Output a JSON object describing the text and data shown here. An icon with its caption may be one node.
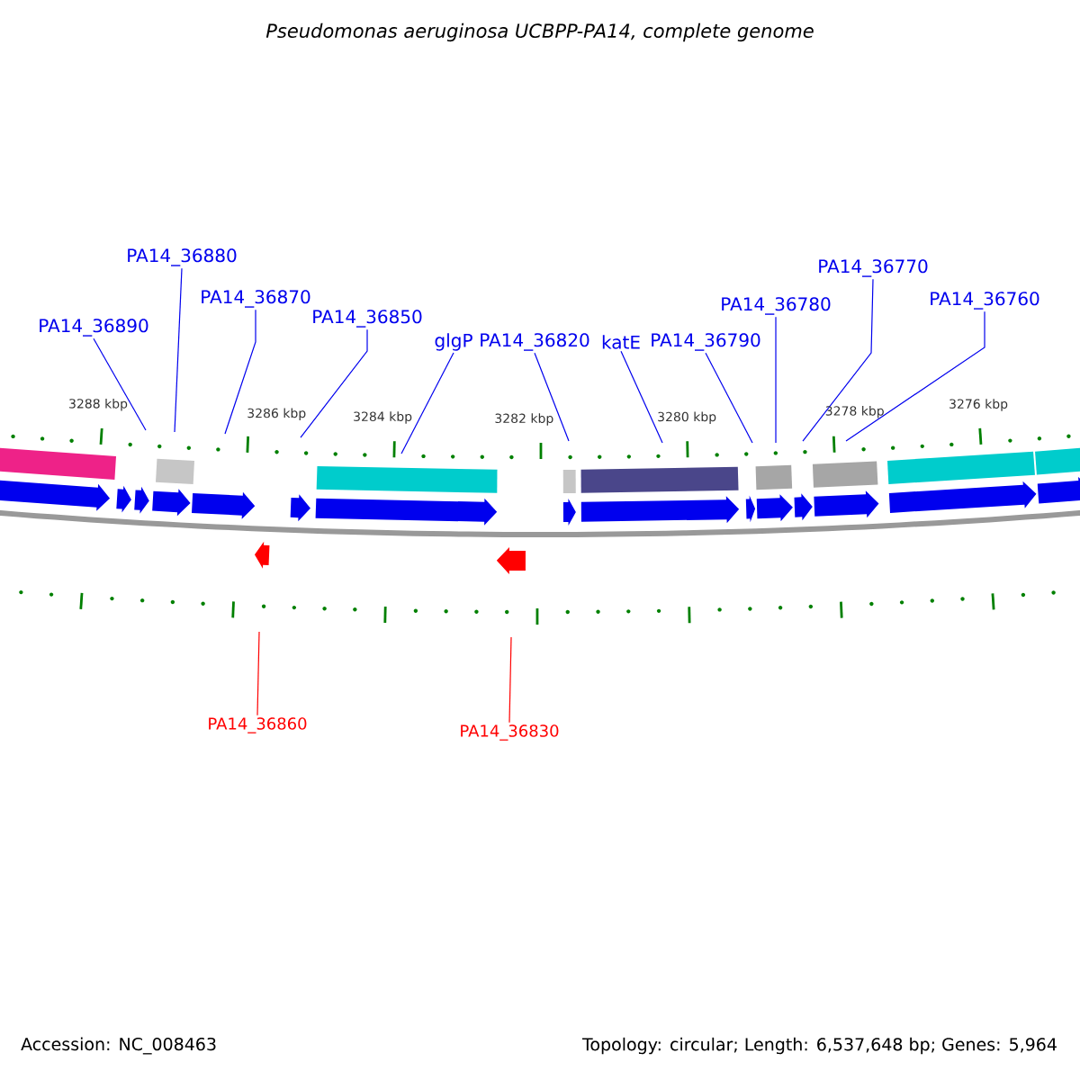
{
  "diagram": {
    "title": "Pseudomonas aeruginosa UCBPP-PA14, complete genome",
    "nodes": [
      {
        "text": [
          "PA14_36890"
        ]
      },
      {
        "text": [
          "PA14_36880"
        ]
      },
      {
        "text": [
          "PA14_36870"
        ]
      },
      {
        "text": [
          "PA14_36850"
        ]
      },
      {
        "text": [
          "glgP"
        ]
      },
      {
        "text": [
          "PA14_36820"
        ]
      },
      {
        "text": [
          "katE"
        ]
      },
      {
        "text": [
          "PA14_36790"
        ]
      },
      {
        "text": [
          "PA14_36780"
        ]
      },
      {
        "text": [
          "PA14_36770"
        ]
      },
      {
        "text": [
          "PA14_36760"
        ]
      },
      {
        "text": [
          "PA14_36860"
        ]
      },
      {
        "text": [
          "PA14_36830"
        ]
      }
    ],
    "edges": [
      {
        "from": 0,
        "to": null,
        "arrow": "none"
      },
      {
        "from": 1,
        "to": null,
        "arrow": "none"
      },
      {
        "from": 2,
        "to": null,
        "arrow": "none"
      },
      {
        "from": 3,
        "to": null,
        "arrow": "none"
      },
      {
        "from": 4,
        "to": null,
        "arrow": "none"
      },
      {
        "from": 5,
        "to": null,
        "arrow": "none"
      },
      {
        "from": 6,
        "to": null,
        "arrow": "none"
      },
      {
        "from": 7,
        "to": null,
        "arrow": "none"
      },
      {
        "from": 8,
        "to": null,
        "arrow": "none"
      },
      {
        "from": 9,
        "to": null,
        "arrow": "none"
      },
      {
        "from": 10,
        "to": null,
        "arrow": "none"
      },
      {
        "from": 11,
        "to": null,
        "arrow": "none",
        "color": "#ff0000"
      },
      {
        "from": 12,
        "to": null,
        "arrow": "none",
        "color": "#ff0000"
      }
    ],
    "labels": [
      "3288 kbp",
      "3286 kbp",
      "3284 kbp",
      "3282 kbp",
      "3280 kbp",
      "3278 kbp",
      "3276 kbp",
      "Accession: NC_008463",
      "Topology: circular; Length: 6,537,648 bp; Genes: 5,964"
    ]
  }
}
